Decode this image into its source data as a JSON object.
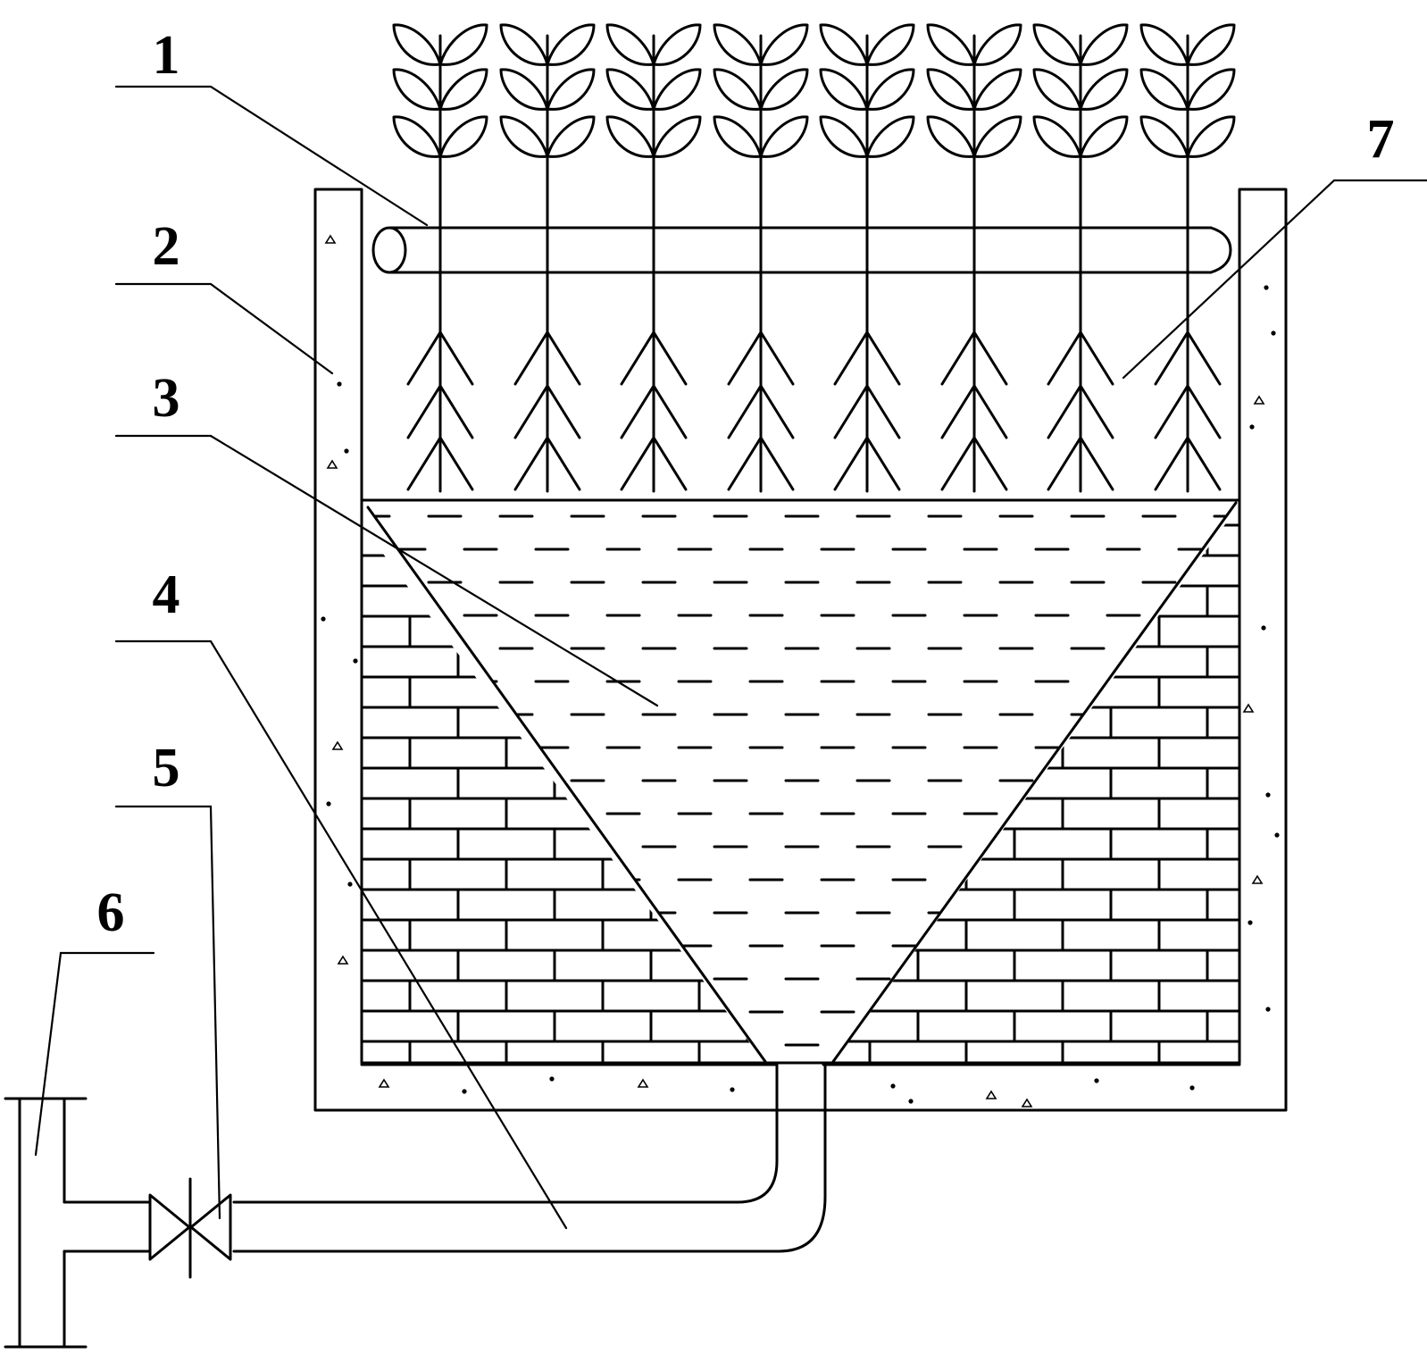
{
  "labels": [
    {
      "id": "1",
      "text": "1"
    },
    {
      "id": "2",
      "text": "2"
    },
    {
      "id": "3",
      "text": "3"
    },
    {
      "id": "4",
      "text": "4"
    },
    {
      "id": "5",
      "text": "5"
    },
    {
      "id": "6",
      "text": "6"
    },
    {
      "id": "7",
      "text": "7"
    }
  ],
  "plants": {
    "count": 8
  },
  "icons": [
    "plant-icon",
    "valve-icon"
  ],
  "colors": {
    "ink": "#000000",
    "background": "#ffffff"
  }
}
